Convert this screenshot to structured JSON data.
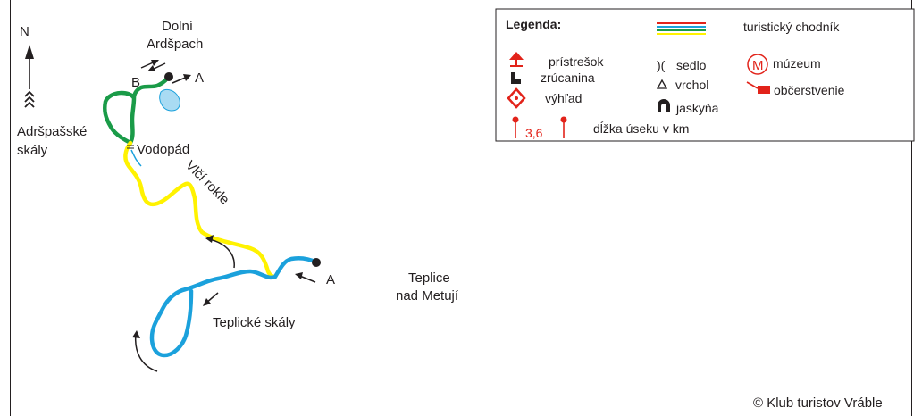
{
  "north_label": "N",
  "places": {
    "dolni_ardspach_line1": "Dolní",
    "dolni_ardspach_line2": "Ardšpach",
    "adrspasske_line1": "Adršpašské",
    "adrspasske_line2": "skály",
    "vodopad": "Vodopád",
    "vlci_rokle": "Vlčí rokle",
    "teplicke_skaly": "Teplické skály",
    "teplice_line1": "Teplice",
    "teplice_line2": "nad Metují"
  },
  "points": {
    "a_top": "A",
    "b_top": "B",
    "a_bottom": "A"
  },
  "legend": {
    "title": "Legenda:",
    "trail": "turistický chodník",
    "shelter": "prístrešok",
    "ruin": "zrúcanina",
    "viewpoint": "výhľad",
    "saddle_symbol": ")(",
    "saddle": "sedlo",
    "peak": "vrchol",
    "cave": "jaskyňa",
    "museum_symbol": "M",
    "museum": "múzeum",
    "refreshment": "občerstvenie",
    "distance_sample": "3,6",
    "distance": "dĺžka úseku v km"
  },
  "copyright": "© Klub turistov Vráble",
  "colors": {
    "green_trail": "#1a9b48",
    "yellow_trail": "#fff200",
    "blue_trail": "#1ba1dc",
    "red": "#e2231a",
    "ink": "#231f20",
    "pond": "#a9dbf3"
  }
}
